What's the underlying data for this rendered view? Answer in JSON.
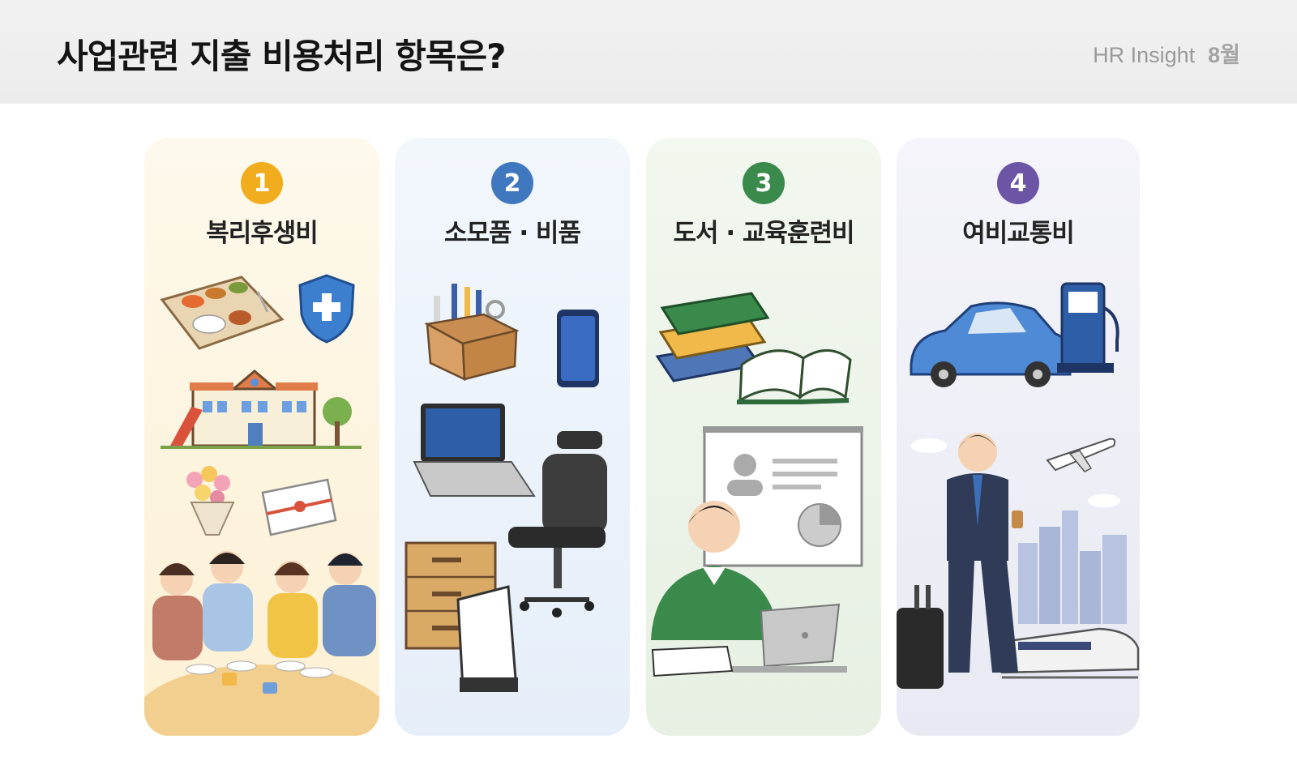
{
  "header": {
    "title": "사업관련 지출 비용처리 항목은?",
    "brand": "HR Insight",
    "month": "8월"
  },
  "colors": {
    "badge_1": "#f2ad1e",
    "badge_2": "#3f78be",
    "badge_3": "#3a8a4c",
    "badge_4": "#6d55a6"
  },
  "categories": [
    {
      "number": "1",
      "title": "복리후생비",
      "icons": [
        "meal-tray",
        "health-shield",
        "daycare-building",
        "flower-bouquet",
        "gift-envelope",
        "staff-gathering"
      ]
    },
    {
      "number": "2",
      "title": "소모품 · 비품",
      "icons": [
        "stationery-box",
        "smartphone",
        "laptop",
        "office-chair",
        "drawer-cabinet",
        "signboard"
      ]
    },
    {
      "number": "3",
      "title": "도서 · 교육훈련비",
      "icons": [
        "book-stack",
        "open-book",
        "presentation-board",
        "studying-person",
        "laptop",
        "coffee-cup"
      ]
    },
    {
      "number": "4",
      "title": "여비교통비",
      "icons": [
        "car",
        "fuel-pump",
        "airplane",
        "business-traveler",
        "suitcase",
        "train"
      ]
    }
  ]
}
